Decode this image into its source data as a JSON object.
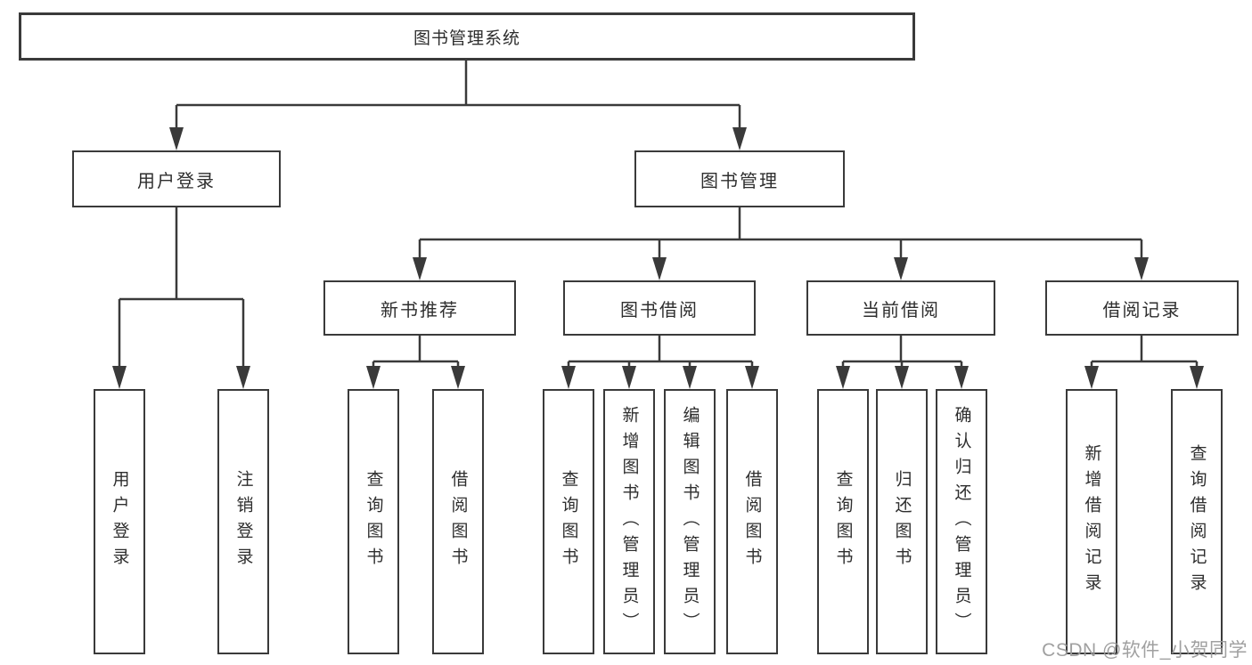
{
  "tree": {
    "root": {
      "label": "图书管理系统",
      "children": [
        {
          "label": "用户登录",
          "children": [
            {
              "label": "用户登录"
            },
            {
              "label": "注销登录"
            }
          ]
        },
        {
          "label": "图书管理",
          "children": [
            {
              "label": "新书推荐",
              "children": [
                {
                  "label": "查询图书"
                },
                {
                  "label": "借阅图书"
                }
              ]
            },
            {
              "label": "图书借阅",
              "children": [
                {
                  "label": "查询图书"
                },
                {
                  "label": "新增图书（管理员）"
                },
                {
                  "label": "编辑图书（管理员）"
                },
                {
                  "label": "借阅图书"
                }
              ]
            },
            {
              "label": "当前借阅",
              "children": [
                {
                  "label": "查询图书"
                },
                {
                  "label": "归还图书"
                },
                {
                  "label": "确认归还（管理员）"
                }
              ]
            },
            {
              "label": "借阅记录",
              "children": [
                {
                  "label": "新增借阅记录"
                },
                {
                  "label": "查询借阅记录"
                }
              ]
            }
          ]
        }
      ]
    }
  },
  "watermark": {
    "text": "CSDN @软件_小贺同学"
  },
  "colors": {
    "line": "#3a3a3a",
    "text": "#2e2e2e",
    "background": "#ffffff",
    "watermark": "#9b9b9b"
  }
}
